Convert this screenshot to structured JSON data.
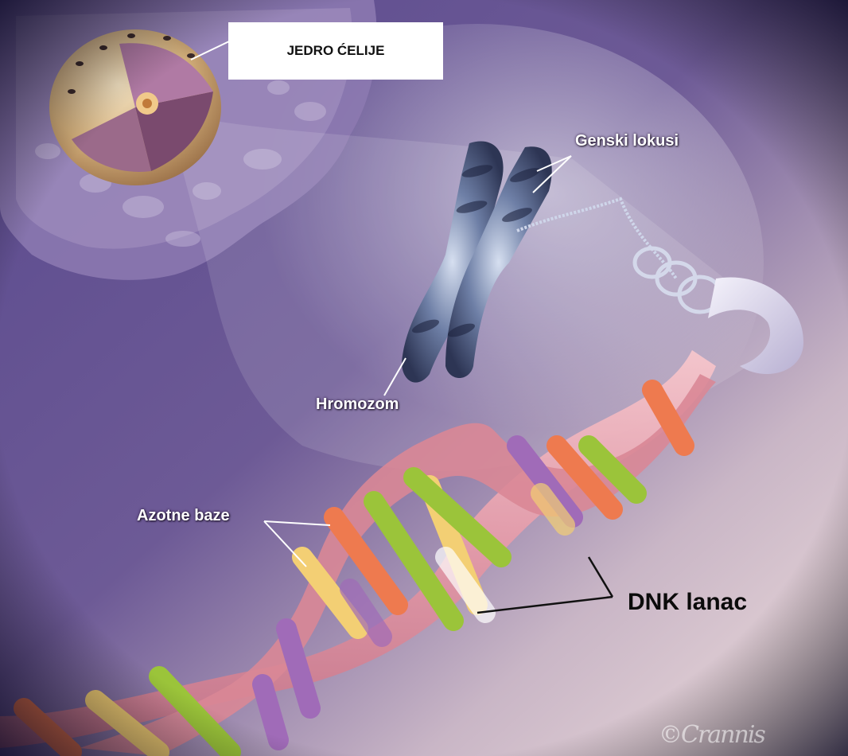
{
  "labels": {
    "nucleus": "JEDRO ĆELIJE",
    "gene_loci": "Genski lokusi",
    "chromosome": "Hromozom",
    "nitrogen_bases": "Azotne baze",
    "dna_strand": "DNK lanac"
  },
  "signature": "©Crannis",
  "colors": {
    "background_purple": "#4b3a7a",
    "ribbon_pink": "#e8a6b2",
    "base_green": "#9bc43a",
    "base_purple": "#a06bb8",
    "base_orange": "#ee7a4f",
    "base_yellow": "#f3cf74"
  }
}
